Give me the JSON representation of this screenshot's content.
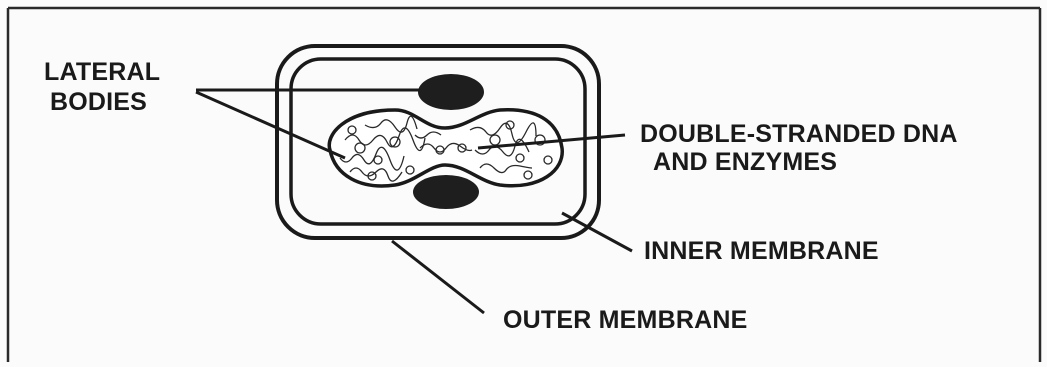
{
  "labels": {
    "lateral_bodies_line1": "LATERAL",
    "lateral_bodies_line2": "BODIES",
    "dna_line1": "DOUBLE-STRANDED DNA",
    "dna_line2": "AND ENZYMES",
    "inner_membrane": "INNER MEMBRANE",
    "outer_membrane": "OUTER MEMBRANE"
  },
  "colors": {
    "ink": "#1a1a1a",
    "background": "#fbfbfb"
  }
}
